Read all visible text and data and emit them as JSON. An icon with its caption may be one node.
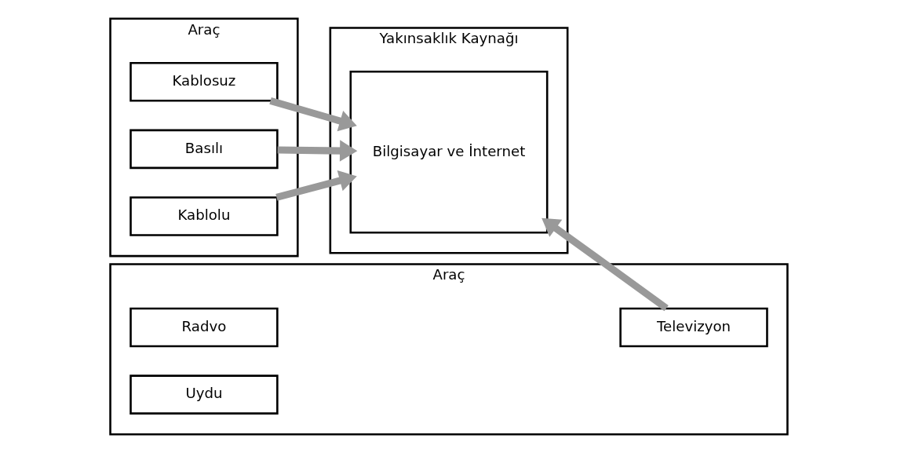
{
  "diagram": {
    "nodes": [
      {
        "text": [
          "Araç"
        ]
      },
      {
        "text": [
          "Kablosuz"
        ],
        "in": 0
      },
      {
        "text": [
          "Basılı"
        ],
        "in": 0
      },
      {
        "text": [
          "Kablolu"
        ],
        "in": 0
      },
      {
        "text": [
          "Yakınsaklık Kaynağı"
        ]
      },
      {
        "text": [
          "Bilgisayar ve İnternet"
        ],
        "in": 4
      },
      {
        "text": [
          "Araç"
        ]
      },
      {
        "text": [
          "Radvo"
        ],
        "in": 6
      },
      {
        "text": [
          "Televizyon"
        ],
        "in": 6
      },
      {
        "text": [
          "Uydu"
        ],
        "in": 6
      }
    ],
    "edges": [
      {
        "from": 1,
        "to": 5,
        "arrow": "to"
      },
      {
        "from": 2,
        "to": 5,
        "arrow": "to"
      },
      {
        "from": 3,
        "to": 5,
        "arrow": "to"
      },
      {
        "from": 8,
        "to": 5,
        "arrow": "to"
      }
    ]
  }
}
